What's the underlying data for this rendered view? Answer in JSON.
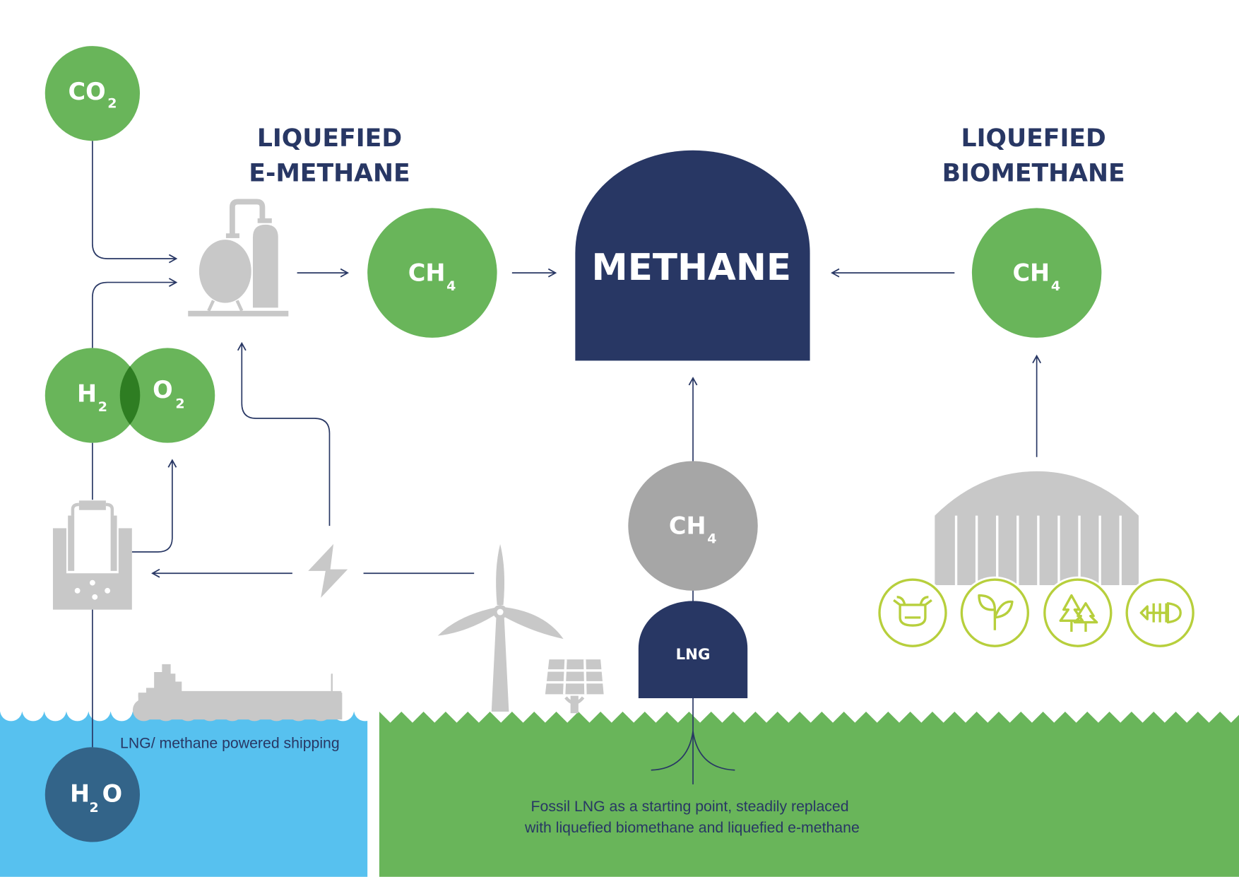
{
  "titles": {
    "emethane": [
      "LIQUEFIED",
      "E-METHANE"
    ],
    "biomethane": [
      "LIQUEFIED",
      "BIOMETHANE"
    ]
  },
  "molecules": {
    "co2": {
      "main": "CO",
      "sub": "2"
    },
    "h2": {
      "main": "H",
      "sub": "2"
    },
    "o2": {
      "main": "O",
      "sub": "2"
    },
    "h2o": {
      "main_a": "H",
      "sub": "2",
      "main_b": "O"
    },
    "ch4_emethane": {
      "main": "CH",
      "sub": "4"
    },
    "ch4_biomethane": {
      "main": "CH",
      "sub": "4"
    },
    "ch4_fossil": {
      "main": "CH",
      "sub": "4"
    }
  },
  "methane_label": "METHANE",
  "lng_label": "LNG",
  "shipping_caption": "LNG/ methane powered shipping",
  "fossil_caption": [
    "Fossil LNG as a starting point, steadily replaced",
    "with liquefied biomethane and liquefied e-methane"
  ],
  "colors": {
    "navy": "#283764",
    "green": "#69b55a",
    "dark_green": "#2e7d22",
    "gray": "#c8c8c8",
    "mid_gray": "#a6a6a6",
    "water": "#57c1ef",
    "h2o": "#336489",
    "lime": "#b7cf3c"
  },
  "feedstock_icons": [
    "cow-icon",
    "plant-icon",
    "forest-icon",
    "fish-icon"
  ]
}
